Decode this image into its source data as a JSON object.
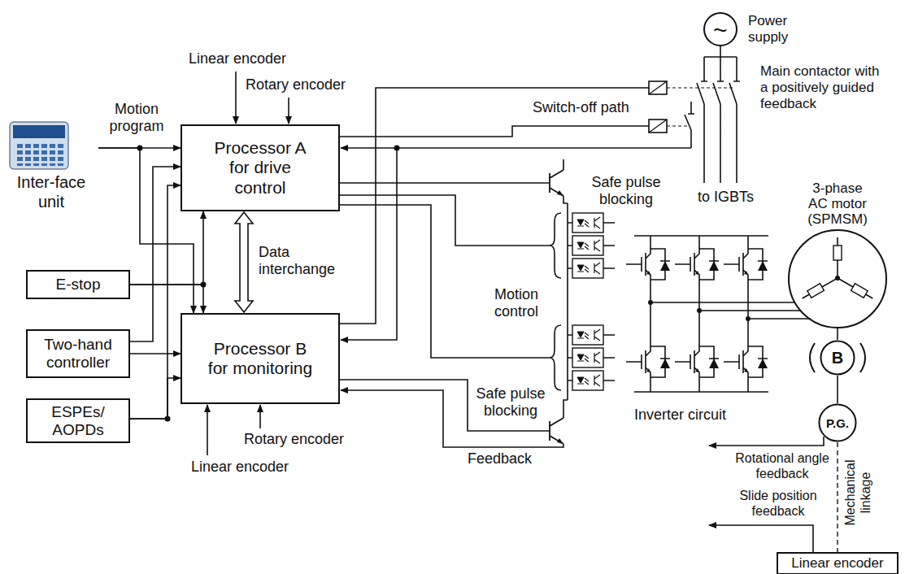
{
  "diagram": {
    "nodes": [
      {
        "text": [
          "Power supply"
        ]
      },
      {
        "text": [
          "Inter-face unit"
        ]
      },
      {
        "text": [
          "Processor A for drive control"
        ]
      },
      {
        "text": [
          "E-stop"
        ]
      },
      {
        "text": [
          "Two-hand controller"
        ]
      },
      {
        "text": [
          "Processor B for monitoring"
        ]
      },
      {
        "text": [
          "ESPEs/ AOPDs"
        ]
      },
      {
        "text": [
          "3-phase AC motor (SPMSM)"
        ]
      },
      {
        "text": [
          "B"
        ]
      },
      {
        "text": [
          "P.G."
        ]
      },
      {
        "text": [
          "Linear encoder"
        ]
      }
    ],
    "edges": [
      {
        "from": 1,
        "to": 2,
        "arrow": "to",
        "label": "Motion program"
      },
      {
        "from": 1,
        "to": 5,
        "arrow": "to"
      },
      {
        "from": 3,
        "to": 2,
        "arrow": "to"
      },
      {
        "from": 3,
        "to": 5,
        "arrow": "to"
      },
      {
        "from": 4,
        "to": 2,
        "arrow": "to"
      },
      {
        "from": 4,
        "to": 5,
        "arrow": "to"
      },
      {
        "from": 6,
        "to": 2,
        "arrow": "to"
      },
      {
        "from": 6,
        "to": 5,
        "arrow": "to"
      },
      {
        "from": 2,
        "to": 5,
        "arrow": "both",
        "label": "Data interchange"
      },
      {
        "from": 7,
        "to": 8,
        "arrow": "none"
      },
      {
        "from": 8,
        "to": 9,
        "arrow": "none"
      },
      {
        "from": 9,
        "to": 10,
        "arrow": "none"
      }
    ],
    "labels": [
      "Linear encoder",
      "Rotary encoder",
      "Switch-off path",
      "Main contactor with a positively guided feedback",
      "Safe pulse blocking",
      "to IGBTs",
      "Motion control",
      "Safe pulse blocking",
      "Inverter circuit",
      "Rotary encoder",
      "Linear encoder",
      "Feedback",
      "Rotational angle feedback",
      "Slide position feedback",
      "Mechanical linkage",
      "~"
    ]
  }
}
